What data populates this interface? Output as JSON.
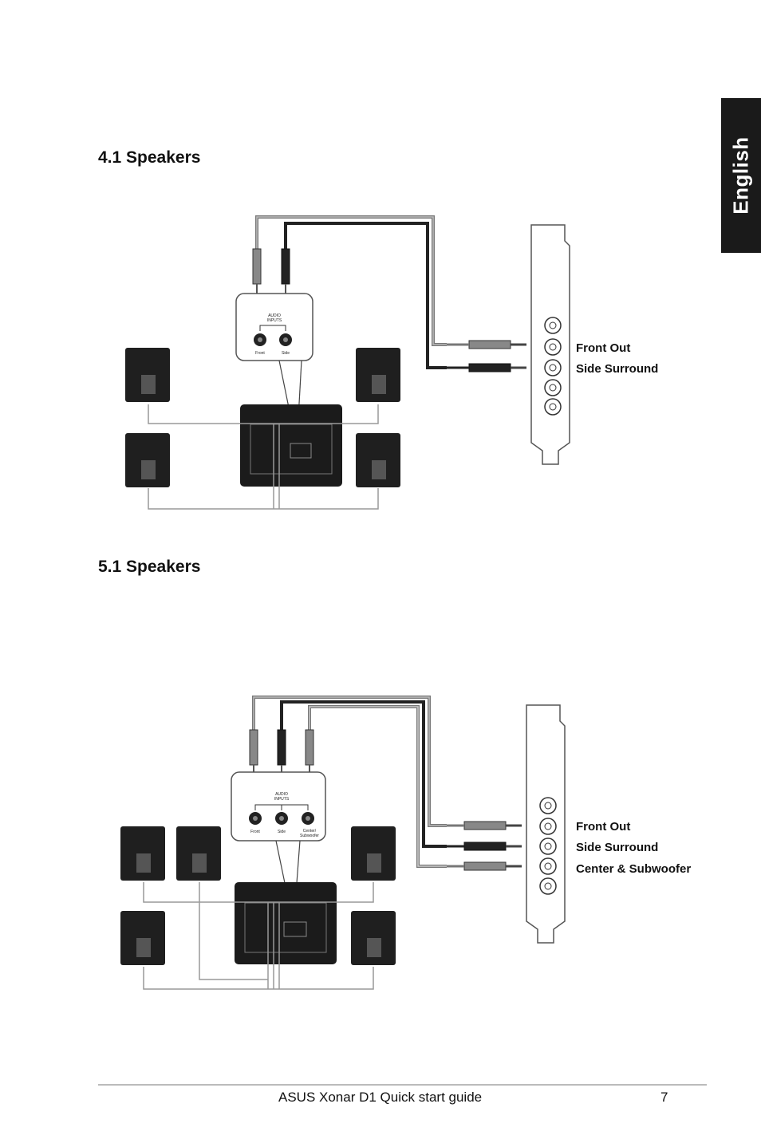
{
  "tab": {
    "language": "English"
  },
  "sections": [
    {
      "heading": "4.1 Speakers",
      "input_box": {
        "title": "AUDIO\nINPUTS",
        "jacks": [
          "Front",
          "Side"
        ]
      },
      "port_labels": [
        "Front Out",
        "Side Surround"
      ]
    },
    {
      "heading": "5.1 Speakers",
      "input_box": {
        "title": "AUDIO\nINPUTS",
        "jacks": [
          "Front",
          "Side",
          "Center/\nSubwoofer"
        ]
      },
      "port_labels": [
        "Front Out",
        "Side Surround",
        "Center & Subwoofer"
      ]
    }
  ],
  "footer": {
    "title": "ASUS Xonar D1 Quick start guide",
    "page": "7"
  }
}
